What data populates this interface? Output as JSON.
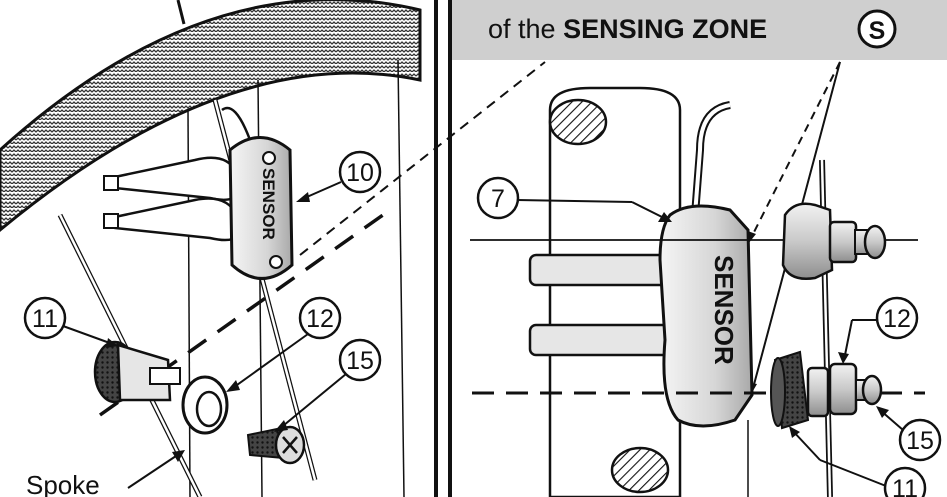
{
  "heading": {
    "prefix": "of the ",
    "emphasis": "SENSING ZONE",
    "zone_symbol": "S"
  },
  "sensor_label": "SENSOR",
  "spoke_label": "Spoke",
  "callouts": {
    "left": [
      "11",
      "10",
      "12",
      "15"
    ],
    "right": [
      "7",
      "12",
      "15",
      "11"
    ]
  },
  "colors": {
    "heading_background": "#cfcfcf",
    "line": "#111111",
    "panel_border": "#111111"
  }
}
